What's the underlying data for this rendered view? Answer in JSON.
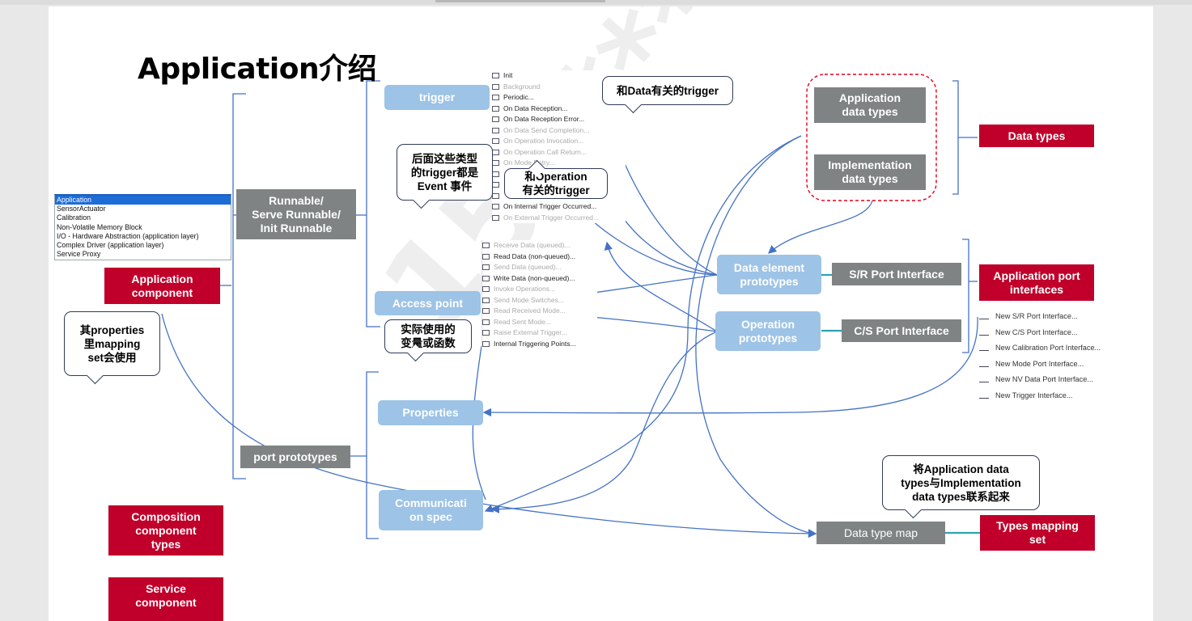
{
  "title": "Application介绍",
  "watermark": "153***6135",
  "boxes": {
    "trigger": "trigger",
    "runnable": "Runnable/\nServe Runnable/\nInit Runnable",
    "application_component": "Application\ncomponent",
    "access_point": "Access point",
    "properties": "Properties",
    "port_prototypes": "port prototypes",
    "communication_spec": "Communicati\non spec",
    "composition_component_types": "Composition\ncomponent\ntypes",
    "service_component": "Service\ncomponent",
    "application_data_types": "Application\ndata types",
    "implementation_data_types": "Implementation\ndata types",
    "data_types": "Data types",
    "data_element_prototypes": "Data element\nprototypes",
    "sr_port_interface": "S/R Port Interface",
    "operation_prototypes": "Operation\nprototypes",
    "cs_port_interface": "C/S Port Interface",
    "application_port_interfaces": "Application port\ninterfaces",
    "data_type_map": "Data type map",
    "types_mapping_set": "Types mapping\nset"
  },
  "callouts": {
    "data_trigger": "和Data有关的trigger",
    "event_trigger": "后面这些类型\n的trigger都是\nEvent 事件",
    "operation_trigger": "和Operation\n有关的trigger",
    "actual_use": "实际使用的\n变量或函数",
    "properties_mapping": "其properties\n里mapping\nset会使用",
    "map_description": "将Application data\ntypes与Implementation\ndata types联系起来"
  },
  "trigger_menu": [
    {
      "label": "Init",
      "dim": false
    },
    {
      "label": "Background",
      "dim": true
    },
    {
      "label": "Periodic...",
      "dim": false
    },
    {
      "label": "On Data Reception...",
      "dim": false
    },
    {
      "label": "On Data Reception Error...",
      "dim": false
    },
    {
      "label": "On Data Send Completion...",
      "dim": true
    },
    {
      "label": "On Operation Invocation...",
      "dim": true
    },
    {
      "label": "On Operation Call Return...",
      "dim": true
    },
    {
      "label": "On Mode Entry...",
      "dim": true
    },
    {
      "label": "",
      "dim": true
    },
    {
      "label": "",
      "dim": true
    },
    {
      "label": "",
      "dim": true
    },
    {
      "label": "On Internal Trigger Occurred...",
      "dim": false
    },
    {
      "label": "On External Trigger Occurred...",
      "dim": true
    }
  ],
  "access_menu": [
    {
      "label": "Receive Data (queued)...",
      "dim": true
    },
    {
      "label": "Read Data (non-queued)...",
      "dim": false
    },
    {
      "label": "Send Data (queued)...",
      "dim": true
    },
    {
      "label": "Write Data (non-queued)...",
      "dim": false
    },
    {
      "label": "Invoke Operations...",
      "dim": true
    },
    {
      "label": "Send Mode Switches...",
      "dim": true
    },
    {
      "label": "Read Received Mode...",
      "dim": true
    },
    {
      "label": "Read Sent Mode...",
      "dim": true
    },
    {
      "label": "Raise External Trigger...",
      "dim": true
    },
    {
      "label": "Internal Triggering Points...",
      "dim": false
    }
  ],
  "component_types": [
    "Application",
    "SensorActuator",
    "Calibration",
    "Non-Volatile Memory Block",
    "I/O - Hardware Abstraction (application layer)",
    "Complex Driver (application layer)",
    "Service Proxy"
  ],
  "port_interface_menu": [
    "New S/R Port Interface...",
    "New C/S Port Interface...",
    "New Calibration Port Interface...",
    "New Mode Port Interface...",
    "New NV Data Port Interface...",
    "New Trigger Interface..."
  ],
  "colors": {
    "red": "#c0002a",
    "grey": "#7f8384",
    "blue": "#9dc3e6",
    "connector": "#4472c4"
  }
}
